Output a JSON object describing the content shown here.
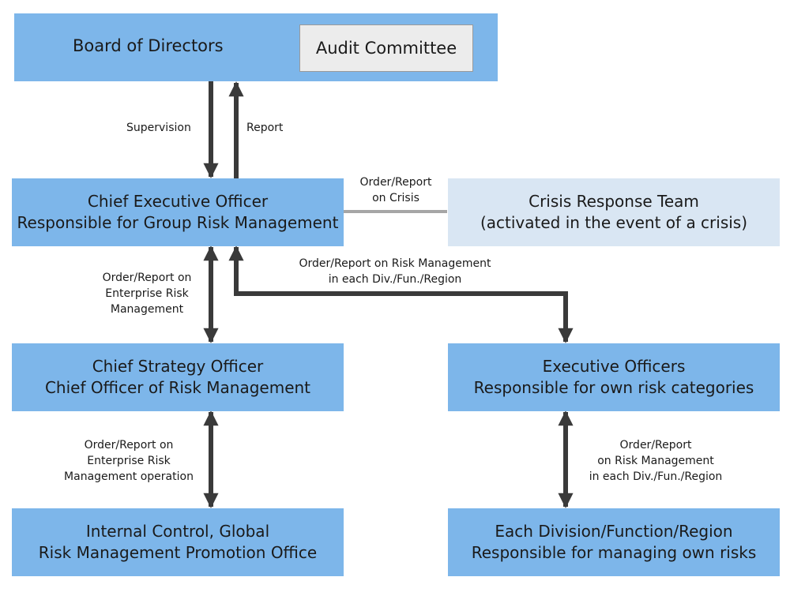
{
  "board": {
    "title": "Board of Directors",
    "audit": "Audit Committee"
  },
  "ceo": {
    "line1": "Chief Executive Officer",
    "line2": "Responsible for Group Risk Management"
  },
  "crisis": {
    "line1": "Crisis Response Team",
    "line2": "(activated in the event of a crisis)"
  },
  "cso": {
    "line1": "Chief Strategy Officer",
    "line2": "Chief Officer of Risk Management"
  },
  "exec": {
    "line1": "Executive Officers",
    "line2": "Responsible for own risk categories"
  },
  "internal": {
    "line1": "Internal Control, Global",
    "line2": "Risk Management Promotion Office"
  },
  "division": {
    "line1": "Each Division/Function/Region",
    "line2": "Responsible for managing own risks"
  },
  "labels": {
    "supervision": "Supervision",
    "report": "Report",
    "crisis_1": "Order/Report",
    "crisis_2": "on Crisis",
    "rm_div_1": "Order/Report on Risk Management",
    "rm_div_2": "in each Div./Fun./Region",
    "erm_1": "Order/Report on",
    "erm_2": "Enterprise Risk",
    "erm_3": "Management",
    "ermop_1": "Order/Report on",
    "ermop_2": "Enterprise Risk",
    "ermop_3": "Management operation",
    "exdiv_1": "Order/Report",
    "exdiv_2": "on Risk Management",
    "exdiv_3": "in each Div./Fun./Region"
  },
  "colors": {
    "box_blue": "#7db6ea",
    "box_pale": "#d9e6f3",
    "audit_gray": "#ececec",
    "arrow": "#3a3a3a",
    "crisis_line": "#a6a6a6"
  }
}
